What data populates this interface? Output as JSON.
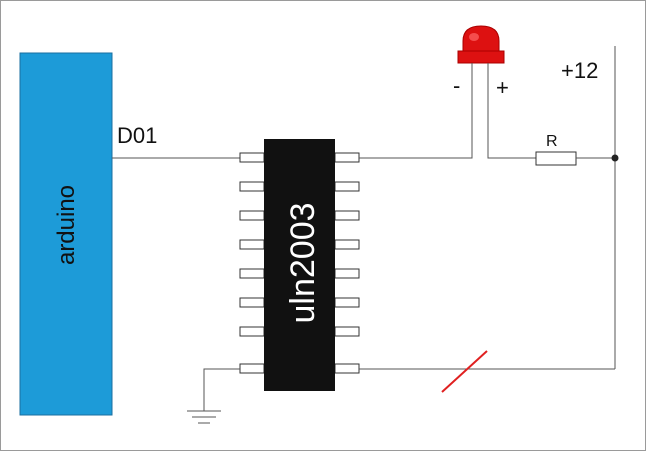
{
  "diagram": {
    "arduino_label": "arduino",
    "chip_label": "uln2003",
    "pin_label": "D01",
    "led_minus": "-",
    "led_plus": "+",
    "supply_label": "+12",
    "resistor_label": "R"
  },
  "colors": {
    "arduino_fill": "#1d9bd8",
    "arduino_border": "#1a6fa0",
    "chip_fill": "#111111",
    "led_red": "#dd1111",
    "wire": "#555555",
    "cut_mark": "#e02020"
  },
  "icons": {
    "ground": "ground-symbol-icon",
    "led": "led-icon",
    "resistor": "resistor-icon"
  }
}
